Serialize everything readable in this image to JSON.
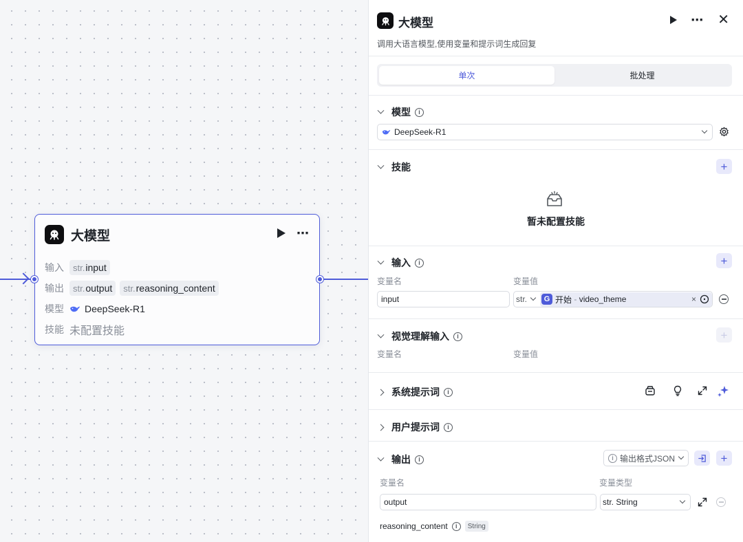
{
  "node": {
    "title": "大模型",
    "input_label": "输入",
    "input_prefix": "str.",
    "input_value": "input",
    "output_label": "输出",
    "output_prefix": "str.",
    "output_value1": "output",
    "output_value2": "reasoning_content",
    "model_label": "模型",
    "model_value": "DeepSeek-R1",
    "skill_label": "技能",
    "skill_value": "未配置技能",
    "more_label": "⋯"
  },
  "panel": {
    "title": "大模型",
    "description": "调用大语言模型,使用变量和提示词生成回复",
    "more_label": "⋯",
    "close_label": "✕",
    "tabs": {
      "single": "单次",
      "batch": "批处理"
    },
    "model_section": {
      "title": "模型",
      "selected": "DeepSeek-R1"
    },
    "skill_section": {
      "title": "技能",
      "empty_text": "暂未配置技能",
      "add_label": "+"
    },
    "input_section": {
      "title": "输入",
      "add_label": "+",
      "col_name": "变量名",
      "col_value": "变量值",
      "var_name": "input",
      "type": "str.",
      "ref_source": "开始",
      "ref_sep": "-",
      "ref_var": "video_theme",
      "clear_label": "×"
    },
    "vision_section": {
      "title": "视觉理解输入",
      "add_label": "+",
      "col_name": "变量名",
      "col_value": "变量值"
    },
    "system_prompt": {
      "title": "系统提示词"
    },
    "user_prompt": {
      "title": "用户提示词"
    },
    "output_section": {
      "title": "输出",
      "format_label": "输出格式JSON",
      "add_label": "+",
      "col_name": "变量名",
      "col_type": "变量类型",
      "var_name": "output",
      "var_type": "str. String",
      "extra_var": "reasoning_content",
      "extra_type": "String"
    }
  },
  "colors": {
    "accent": "#4e5bd9",
    "text": "#1f2329",
    "muted": "#8a8f99"
  }
}
